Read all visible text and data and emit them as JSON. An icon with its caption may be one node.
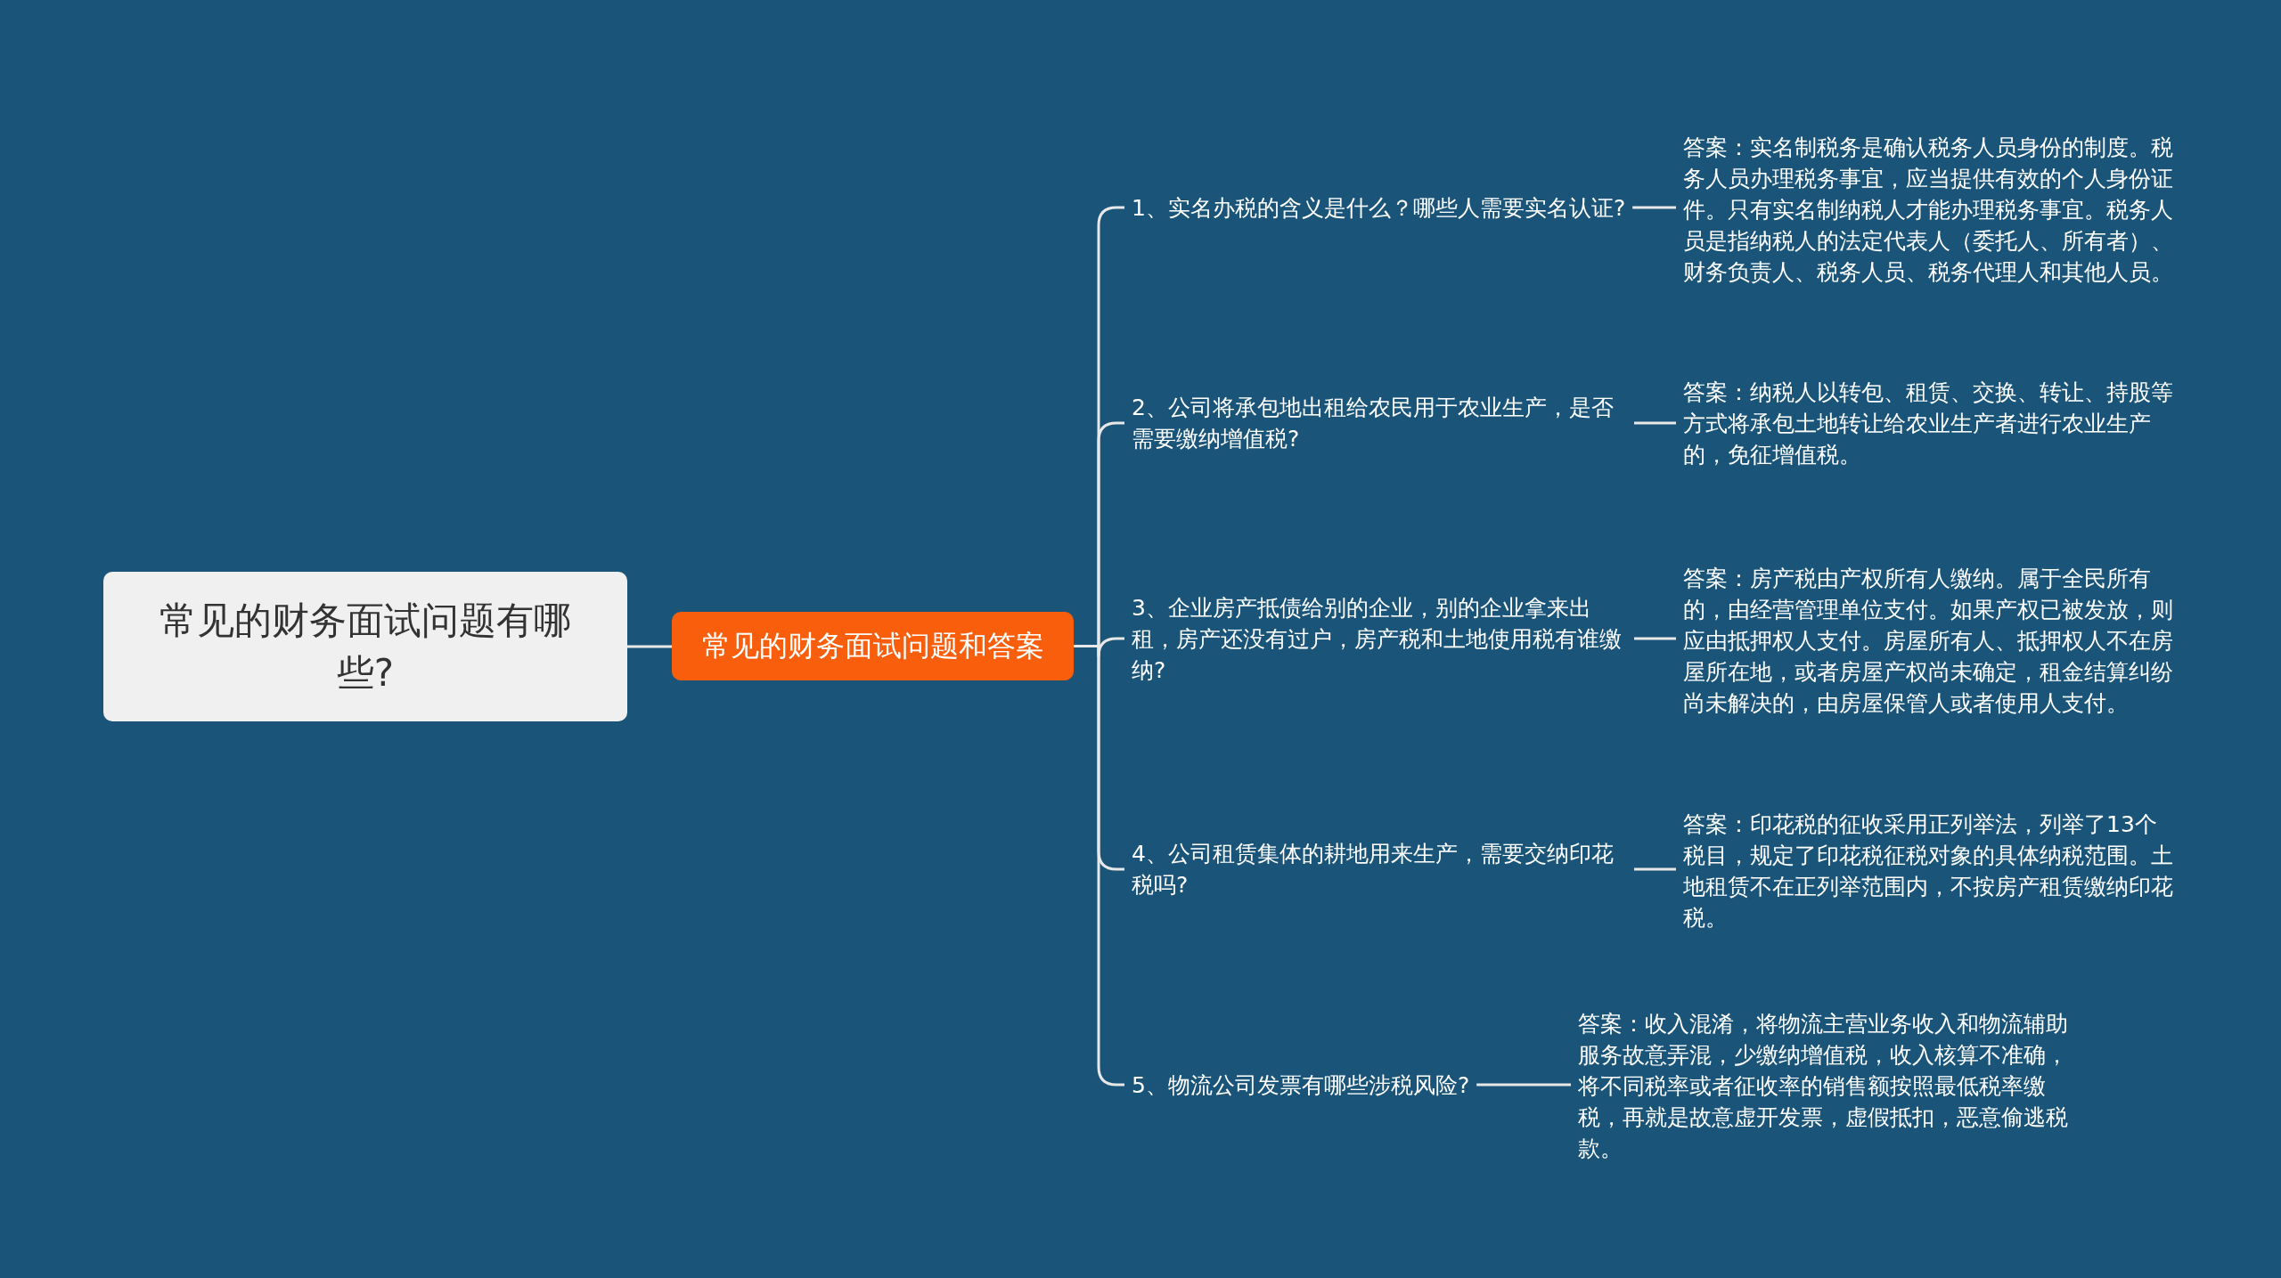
{
  "diagram": {
    "nodes": [
      {
        "text": [
          "常见的财务面试问题有哪些?"
        ]
      },
      {
        "text": [
          "常见的财务面试问题和答案"
        ]
      },
      {
        "text": [
          "1、实名办税的含义是什么？哪些人需要实名认证?"
        ]
      },
      {
        "text": [
          "答案：实名制税务是确认税务人员身份的制度。税务人员办理税务事宜，应当提供有效的个人身份证件。只有实名制纳税人才能办理税务事宜。税务人员是指纳税人的法定代表人（委托人、所有者）、财务负责人、税务人员、税务代理人和其他人员。"
        ]
      },
      {
        "text": [
          "2、公司将承包地出租给农民用于农业生产，是否需要缴纳增值税?"
        ]
      },
      {
        "text": [
          "答案：纳税人以转包、租赁、交换、转让、持股等方式将承包土地转让给农业生产者进行农业生产的，免征增值税。"
        ]
      },
      {
        "text": [
          "3、企业房产抵债给别的企业，别的企业拿来出租，房产还没有过户，房产税和土地使用税有谁缴纳?"
        ]
      },
      {
        "text": [
          "答案：房产税由产权所有人缴纳。属于全民所有的，由经营管理单位支付。如果产权已被发放，则应由抵押权人支付。房屋所有人、抵押权人不在房屋所在地，或者房屋产权尚未确定，租金结算纠纷尚未解决的，由房屋保管人或者使用人支付。"
        ]
      },
      {
        "text": [
          "4、公司租赁集体的耕地用来生产，需要交纳印花税吗?"
        ]
      },
      {
        "text": [
          "答案：印花税的征收采用正列举法，列举了13个税目，规定了印花税征税对象的具体纳税范围。土地租赁不在正列举范围内，不按房产租赁缴纳印花税。"
        ]
      },
      {
        "text": [
          "5、物流公司发票有哪些涉税风险?"
        ]
      },
      {
        "text": [
          "答案：收入混淆，将物流主营业务收入和物流辅助服务故意弄混，少缴纳增值税，收入核算不准确，将不同税率或者征收率的销售额按照最低税率缴税，再就是故意虚开发票，虚假抵扣，恶意偷逃税款。"
        ]
      }
    ],
    "edges": [
      {
        "from": 0,
        "to": 1,
        "arrow": "none"
      },
      {
        "from": 1,
        "to": 2,
        "arrow": "none"
      },
      {
        "from": 1,
        "to": 4,
        "arrow": "none"
      },
      {
        "from": 1,
        "to": 6,
        "arrow": "none"
      },
      {
        "from": 1,
        "to": 8,
        "arrow": "none"
      },
      {
        "from": 1,
        "to": 10,
        "arrow": "none"
      },
      {
        "from": 2,
        "to": 3,
        "arrow": "none"
      },
      {
        "from": 4,
        "to": 5,
        "arrow": "none"
      },
      {
        "from": 6,
        "to": 7,
        "arrow": "none"
      },
      {
        "from": 8,
        "to": 9,
        "arrow": "none"
      },
      {
        "from": 10,
        "to": 11,
        "arrow": "none"
      }
    ]
  }
}
